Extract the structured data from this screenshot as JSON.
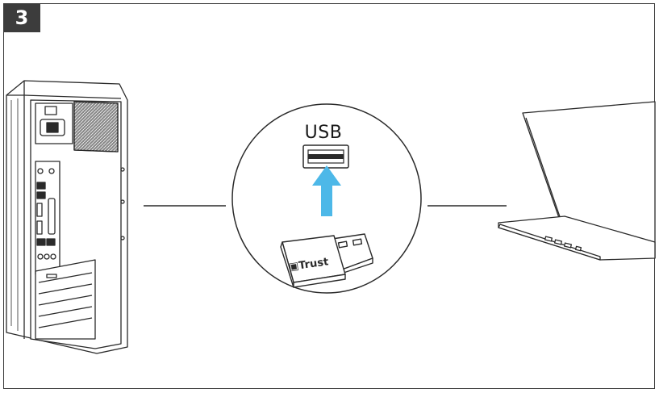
{
  "step": {
    "number": "3"
  },
  "port": {
    "label": "USB"
  },
  "dongle": {
    "brand": "Trust"
  },
  "colors": {
    "arrow": "#4db8e8",
    "line": "#2a2a2a",
    "badge": "#3c3c3c"
  }
}
